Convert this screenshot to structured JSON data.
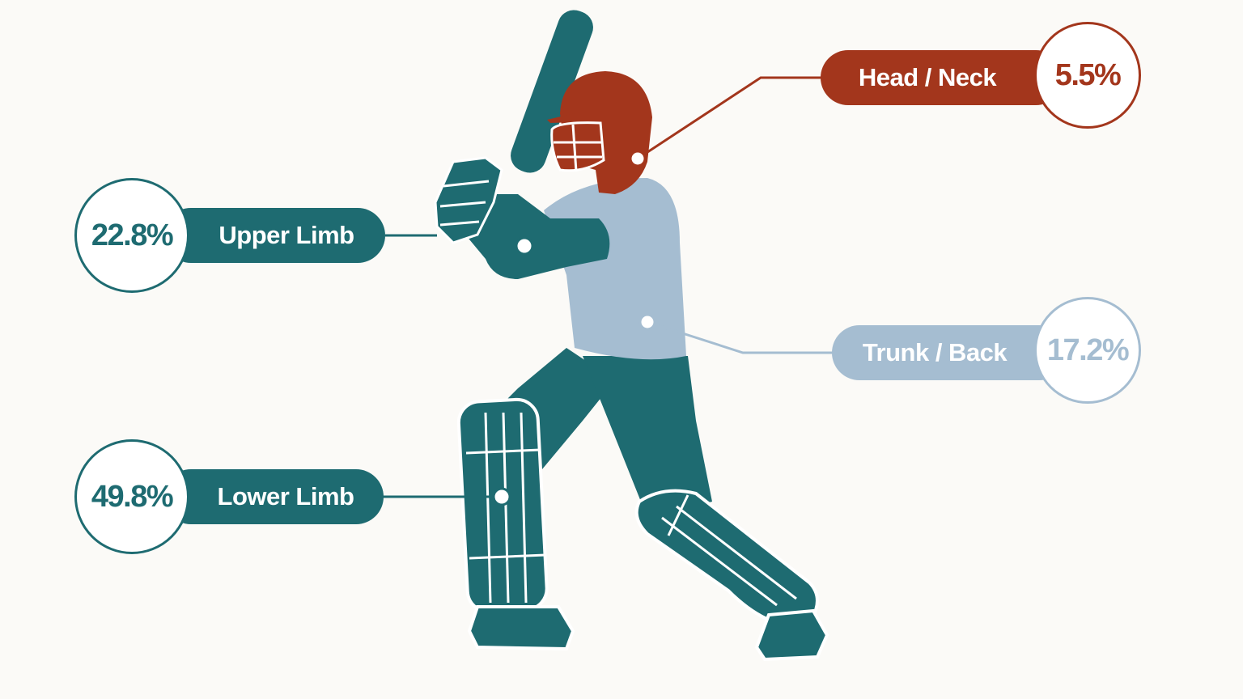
{
  "colors": {
    "teal": "#1e6b71",
    "rust": "#a3361c",
    "light_blue": "#a5bdd1",
    "background": "#fbfaf7"
  },
  "callouts": [
    {
      "id": "upper",
      "label": "Upper Limb",
      "value": "22.8%",
      "color": "#1e6b71"
    },
    {
      "id": "lower",
      "label": "Lower Limb",
      "value": "49.8%",
      "color": "#1e6b71"
    },
    {
      "id": "head",
      "label": "Head / Neck",
      "value": "5.5%",
      "color": "#a3361c"
    },
    {
      "id": "trunk",
      "label": "Trunk / Back",
      "value": "17.2%",
      "color": "#a5bdd1"
    }
  ],
  "figure": {
    "icon": "cricket-batsman-icon"
  }
}
